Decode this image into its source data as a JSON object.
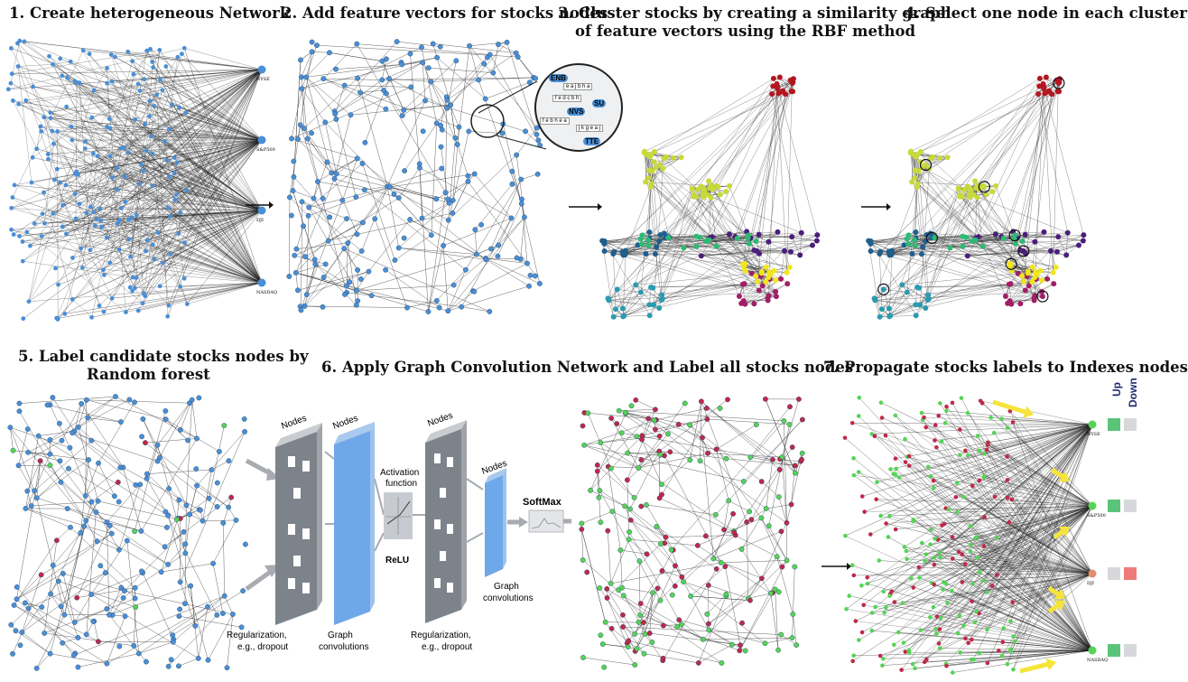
{
  "steps": {
    "s1": "1. Create heterogeneous Network",
    "s2": "2. Add feature vectors for stocks nodes",
    "s3a": "3. Cluster stocks by creating a similarity graph",
    "s3b": "of feature vectors using the RBF method",
    "s4": "4. Select one node in each cluster",
    "s5a": "5. Label candidate stocks nodes by",
    "s5b": "Random forest",
    "s6": "6. Apply Graph Convolution Network and Label all stocks nodes",
    "s7": "7. Propagate stocks labels to Indexes nodes"
  },
  "indexes": [
    "NYSE",
    "S&P500",
    "DJI",
    "NASDAQ"
  ],
  "zoom": {
    "tickers": [
      "ENB",
      "NVS",
      "SU",
      "TTE"
    ],
    "vectors": [
      "e a j b h a",
      "f e d c b h",
      "f e b h e a",
      "j k g e a j"
    ]
  },
  "gcn": {
    "nodes_label": "Nodes",
    "activation_1": "Activation",
    "activation_2": "function",
    "relu": "ReLU",
    "softmax": "SoftMax",
    "reg_1": "Regularization,",
    "reg_2": "e.g., dropout",
    "graph_conv_1": "Graph",
    "graph_conv_2": "convolutions"
  },
  "labels": {
    "up": "Up",
    "down": "Down"
  },
  "index_labels": [
    {
      "index": "NYSE",
      "up": true
    },
    {
      "index": "S&P500",
      "up": true
    },
    {
      "index": "DJI",
      "up": false
    },
    {
      "index": "NASDAQ",
      "up": true
    }
  ],
  "colors": {
    "node_blue": "#4a8fd6",
    "node_green": "#56d356",
    "node_red": "#c0284a",
    "up_green": "#5cc47a",
    "down_red": "#f07a7a",
    "neutral_gray": "#d6d8dc",
    "gcn_blue": "#6fa8e8",
    "gcn_gray": "#7d838b",
    "arrow_yellow": "#f5e53a",
    "clusters": [
      "#b3161f",
      "#c8d93a",
      "#1f5f8f",
      "#2e7d8f",
      "#4a1f7a",
      "#2dba73",
      "#a11f66",
      "#f2e51c",
      "#2a9bb0"
    ]
  }
}
